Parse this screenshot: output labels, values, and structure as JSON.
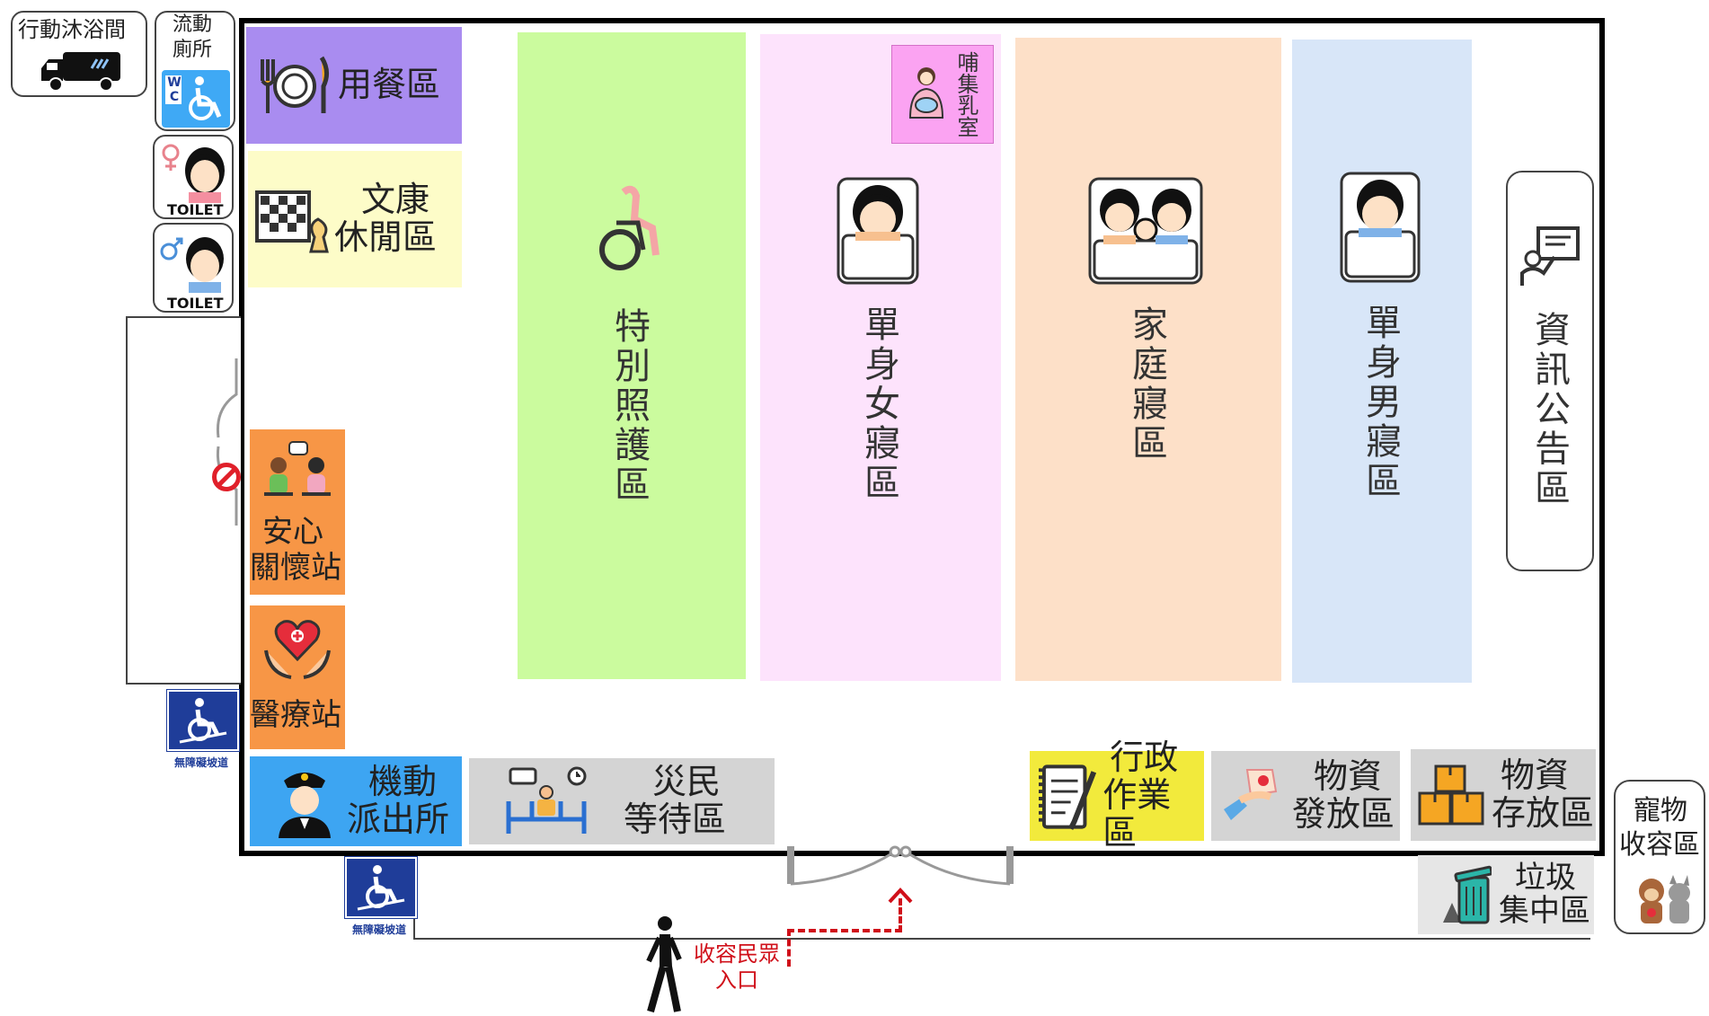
{
  "mobile_shower": {
    "label": "行動沐浴間"
  },
  "mobile_toilet": {
    "label_line1": "流動",
    "label_line2": "廁所",
    "wc_text": "WC"
  },
  "toilet_female": {
    "sign": "TOILET"
  },
  "toilet_male": {
    "sign": "TOILET"
  },
  "dining": {
    "label": "用餐區"
  },
  "recreation": {
    "line1": "文康",
    "line2": "休閒區"
  },
  "special_care": {
    "label": "特別照護區"
  },
  "single_female": {
    "label": "單身女寢區"
  },
  "nursing_room": {
    "label": "哺集乳室"
  },
  "family": {
    "label": "家庭寢區"
  },
  "single_male": {
    "label": "單身男寢區"
  },
  "info_board": {
    "label": "資訊公告區"
  },
  "care_station": {
    "line1": "安心",
    "line2": "關懷站"
  },
  "medical": {
    "label": "醫療站"
  },
  "police": {
    "line1": "機動",
    "line2": "派出所"
  },
  "waiting": {
    "line1": "災民",
    "line2": "等待區"
  },
  "admin": {
    "line1": "行政",
    "line2": "作業區"
  },
  "supply_dist": {
    "line1": "物資",
    "line2": "發放區"
  },
  "supply_store": {
    "line1": "物資",
    "line2": "存放區"
  },
  "garbage": {
    "line1": "垃圾",
    "line2": "集中區"
  },
  "pet": {
    "line1": "寵物",
    "line2": "收容區"
  },
  "ramp": {
    "caption": "無障礙坡道"
  },
  "entrance": {
    "line1": "收容民眾",
    "line2": "入口"
  },
  "colors": {
    "dining": "#a98cf0",
    "recreation": "#fdfcc8",
    "special_care": "#cbfb9e",
    "single_female": "#fde3fc",
    "family": "#fde0c8",
    "single_male": "#d8e6f8",
    "orange": "#f79646",
    "police": "#3da5f2",
    "gray": "#d4d4d4",
    "admin": "#f2ea3c",
    "nursing": "#fba3f2",
    "ramp": "#1f3d99",
    "entry": "#d0101a"
  }
}
